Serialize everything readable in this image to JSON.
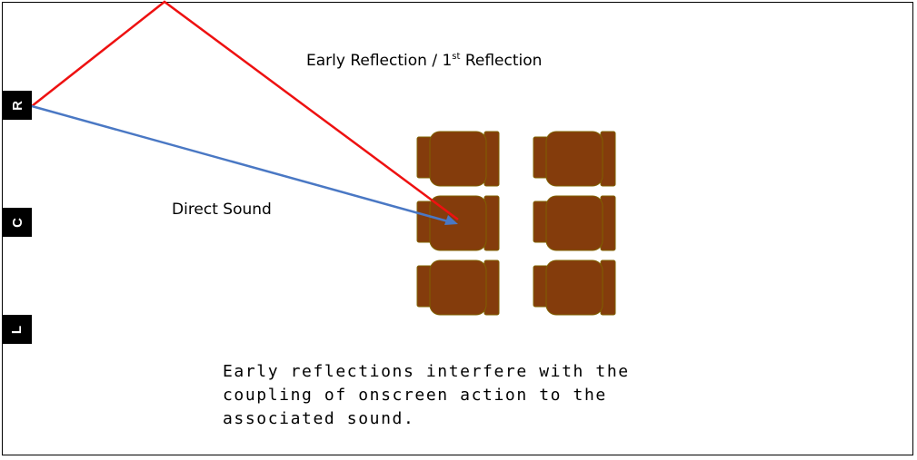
{
  "speakers": {
    "right": "R",
    "center": "C",
    "left": "L"
  },
  "labels": {
    "early_reflection_pre": "Early Reflection / 1",
    "early_reflection_sup": "st",
    "early_reflection_post": " Reflection",
    "direct_sound": "Direct Sound",
    "caption": "Early reflections interfere with the coupling of onscreen action to the associated sound."
  },
  "colors": {
    "reflection_path": "#ee1111",
    "direct_path": "#4a78c4",
    "seat_fill": "#843c0c",
    "seat_stroke": "#7f6000",
    "speaker_fill": "#000000",
    "frame": "#000000"
  },
  "seating": {
    "rows": 3,
    "columns": 2
  }
}
